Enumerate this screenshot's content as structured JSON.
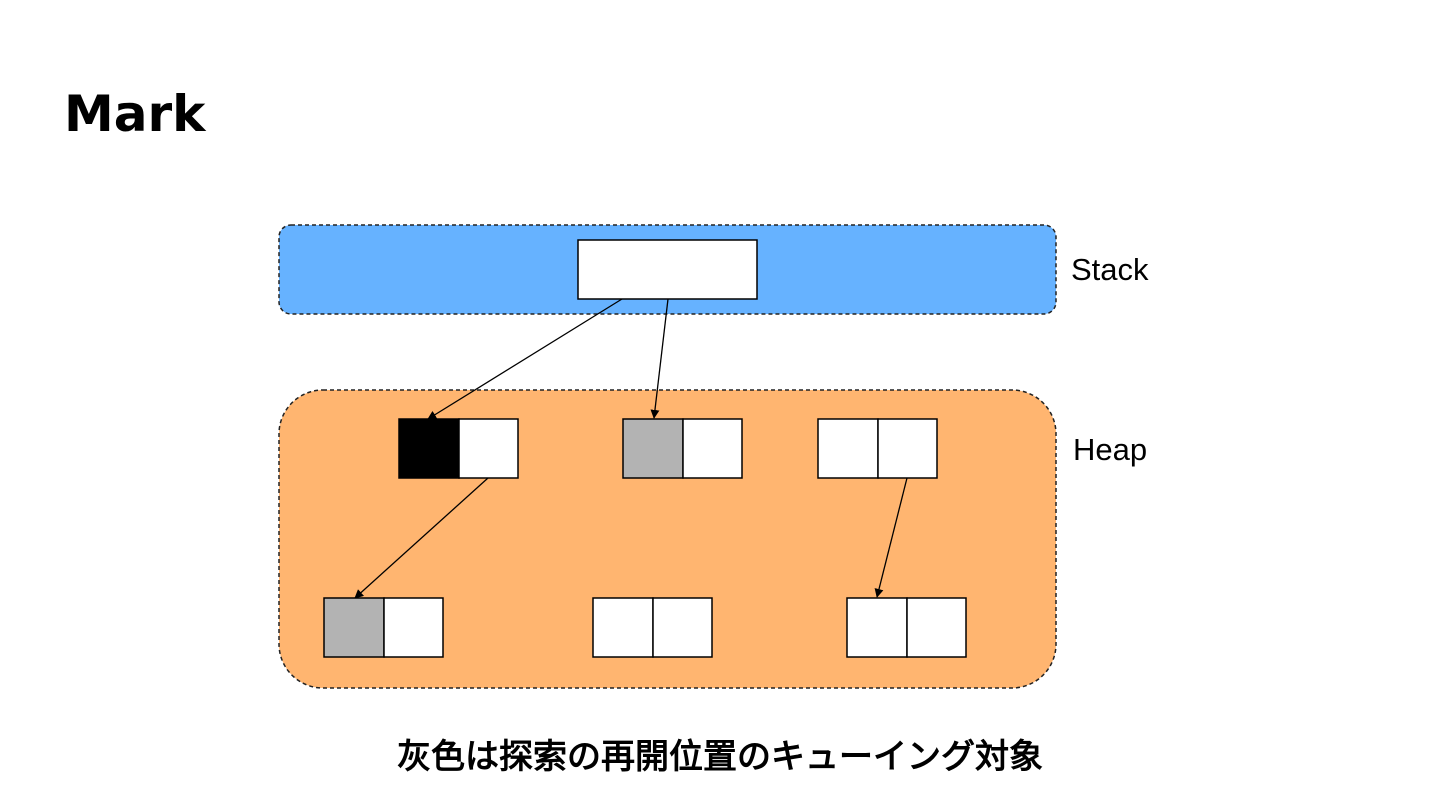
{
  "slide": {
    "title": "Mark",
    "caption": "灰色は探索の再開位置のキューイング対象"
  },
  "diagram": {
    "regions": {
      "stack": {
        "label": "Stack",
        "fill": "#66B2FF"
      },
      "heap": {
        "label": "Heap",
        "fill": "#FFB570"
      }
    },
    "legend_colors": {
      "black": "#000000",
      "gray": "#B3B3B3",
      "white": "#FFFFFF"
    }
  }
}
